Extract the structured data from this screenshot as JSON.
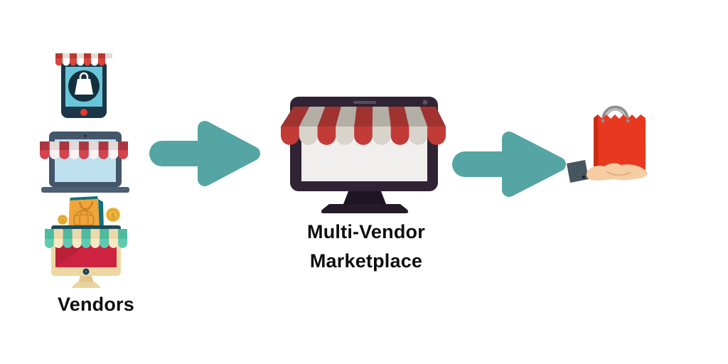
{
  "diagram": {
    "title_hint": "multi-vendor marketplace flow",
    "vendors": {
      "label": "Vendors",
      "icons": [
        "mobile-storefront",
        "laptop-storefront",
        "desktop-storefront-with-coins"
      ]
    },
    "marketplace": {
      "label_line1": "Multi-Vendor",
      "label_line2": "Marketplace",
      "icon": "monitor-with-striped-awning"
    },
    "customer": {
      "icon": "hand-holding-shopping-bag"
    },
    "connectors": [
      {
        "type": "arrow-right"
      },
      {
        "type": "arrow-right"
      }
    ],
    "coin_symbol": "$",
    "colors": {
      "arrow": "#54a5a3",
      "awning_red": "#d8453c",
      "awning_white": "#ffffff",
      "store_teal": "#5fcbb0",
      "store_cream": "#f7e9c3",
      "monitor_body": "#2f2334",
      "bag_red": "#e8381f",
      "coin_gold": "#f2b941",
      "hand_skin": "#f6cda3",
      "text": "#0e0e0e"
    }
  }
}
